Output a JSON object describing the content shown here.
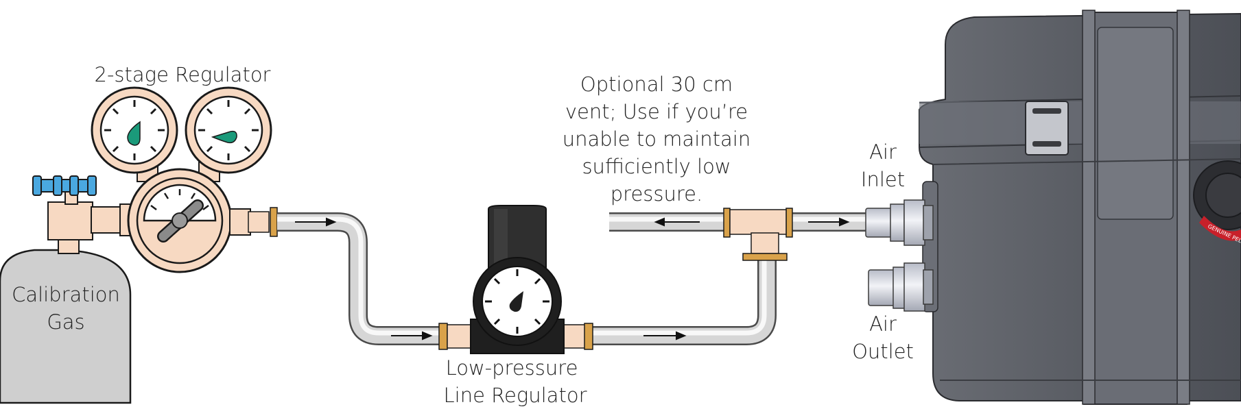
{
  "labels": {
    "two_stage_regulator": "2-stage Regulator",
    "calibration_gas": [
      "Calibration",
      "Gas"
    ],
    "low_pressure_regulator": [
      "Low-pressure",
      "Line Regulator"
    ],
    "optional_vent": [
      "Optional 30 cm",
      "vent; Use if you’re",
      "unable to maintain",
      "sufficiently low",
      "pressure."
    ],
    "air_inlet": [
      "Air",
      "Inlet"
    ],
    "air_outlet": [
      "Air",
      "Outlet"
    ],
    "case_badge": "GENUINE PELI"
  },
  "colors": {
    "regulator_body": "#f7d9c2",
    "gauge_needle": "#1a9a7a",
    "valve_handle": "#4aa8e0",
    "brass_fitting": "#d9a24a",
    "cylinder": "#cfcfcf",
    "line_regulator_body": "#2b2b2b",
    "case_body": "#5c5f66",
    "badge": "#c8202a"
  },
  "icons": [
    "flow-arrow-right",
    "flow-arrow-left",
    "gauge-needle",
    "valve-handle"
  ]
}
